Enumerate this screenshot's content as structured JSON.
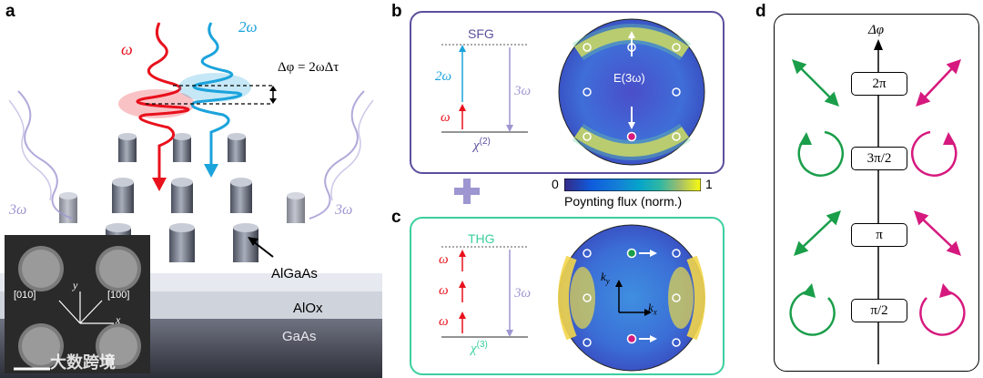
{
  "panels": {
    "a": "a",
    "b": "b",
    "c": "c",
    "d": "d"
  },
  "panel_a": {
    "omega_red": "ω",
    "omega_blue": "2ω",
    "delay_eq": "Δφ = 2ωΔτ",
    "third_left": "3ω",
    "third_right": "3ω",
    "material_pillar": "AlGaAs",
    "material_mid": "AlOx",
    "material_sub": "GaAs",
    "inset_dir1": "[010]",
    "inset_dir2": "[100]",
    "inset_y": "y",
    "inset_x": "x",
    "watermark": "大数跨境"
  },
  "panel_b": {
    "process": "SFG",
    "input1": "2ω",
    "input2": "ω",
    "output": "3ω",
    "chi": "χ",
    "chi_order": "(2)",
    "field_label": "E(3ω)"
  },
  "colorbar": {
    "min": "0",
    "max": "1",
    "label": "Poynting flux (norm.)"
  },
  "panel_c": {
    "process": "THG",
    "inputs": [
      "ω",
      "ω",
      "ω"
    ],
    "output": "3ω",
    "chi": "χ",
    "chi_order": "(3)",
    "ky": "k",
    "ky_sub": "y",
    "kx": "k",
    "kx_sub": "x"
  },
  "panel_d": {
    "axis_label": "Δφ",
    "phases": [
      "2π",
      "3π/2",
      "π",
      "π/2"
    ]
  },
  "colors": {
    "red": "#e8111c",
    "blue": "#1ba3dc",
    "green": "#1a9e4a",
    "magenta": "#d6197e",
    "purple_frame": "#5b4f9e",
    "teal_frame": "#3ccfa0",
    "lavender": "#9d96d1"
  }
}
